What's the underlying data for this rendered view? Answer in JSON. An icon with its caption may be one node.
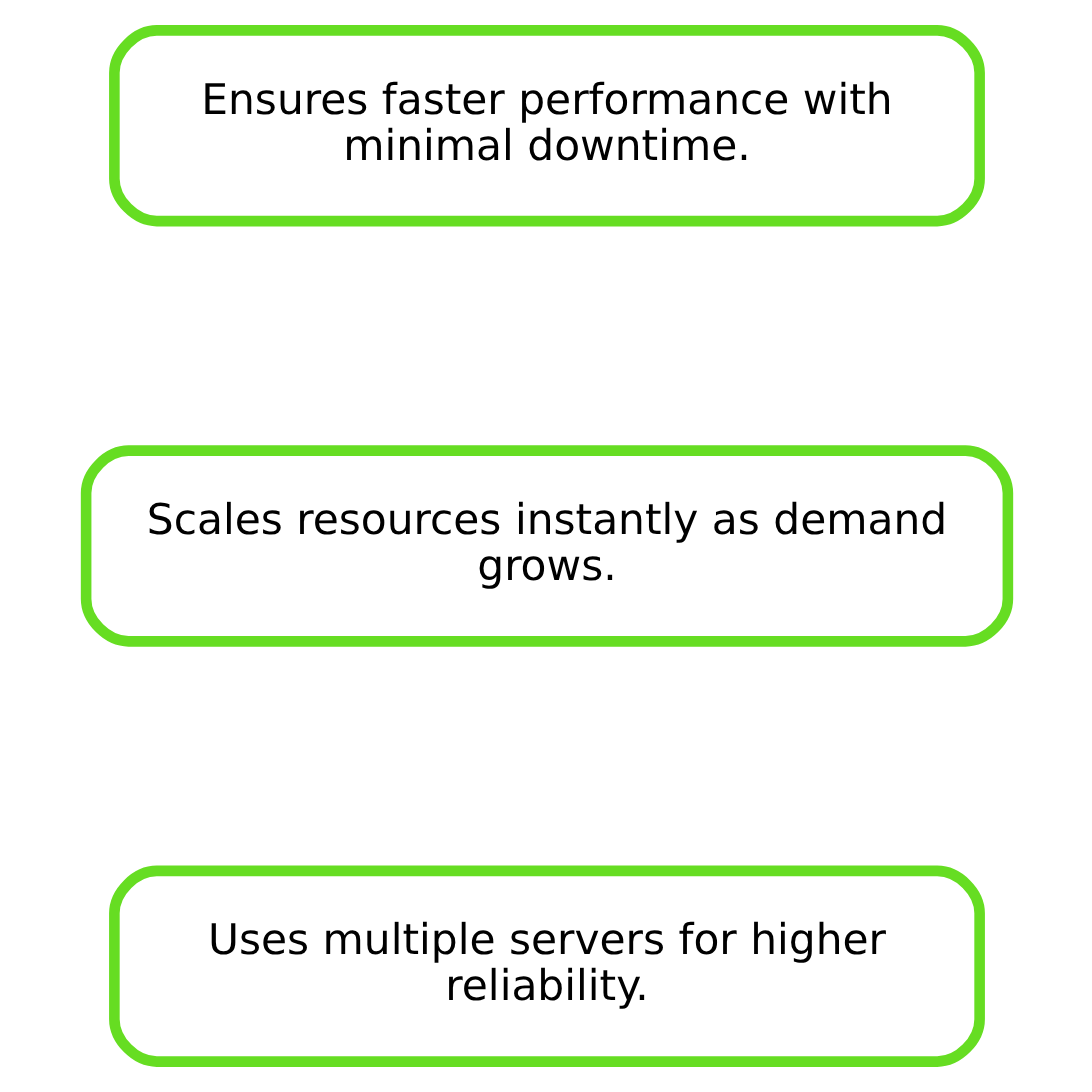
{
  "diagram": {
    "nodes": [
      {
        "text": [
          "Uses multiple servers for higher reliability."
        ]
      },
      {
        "text": [
          "Scales resources instantly as demand grows."
        ]
      },
      {
        "text": [
          "Ensures faster performance with minimal downtime."
        ]
      }
    ],
    "edges": []
  }
}
